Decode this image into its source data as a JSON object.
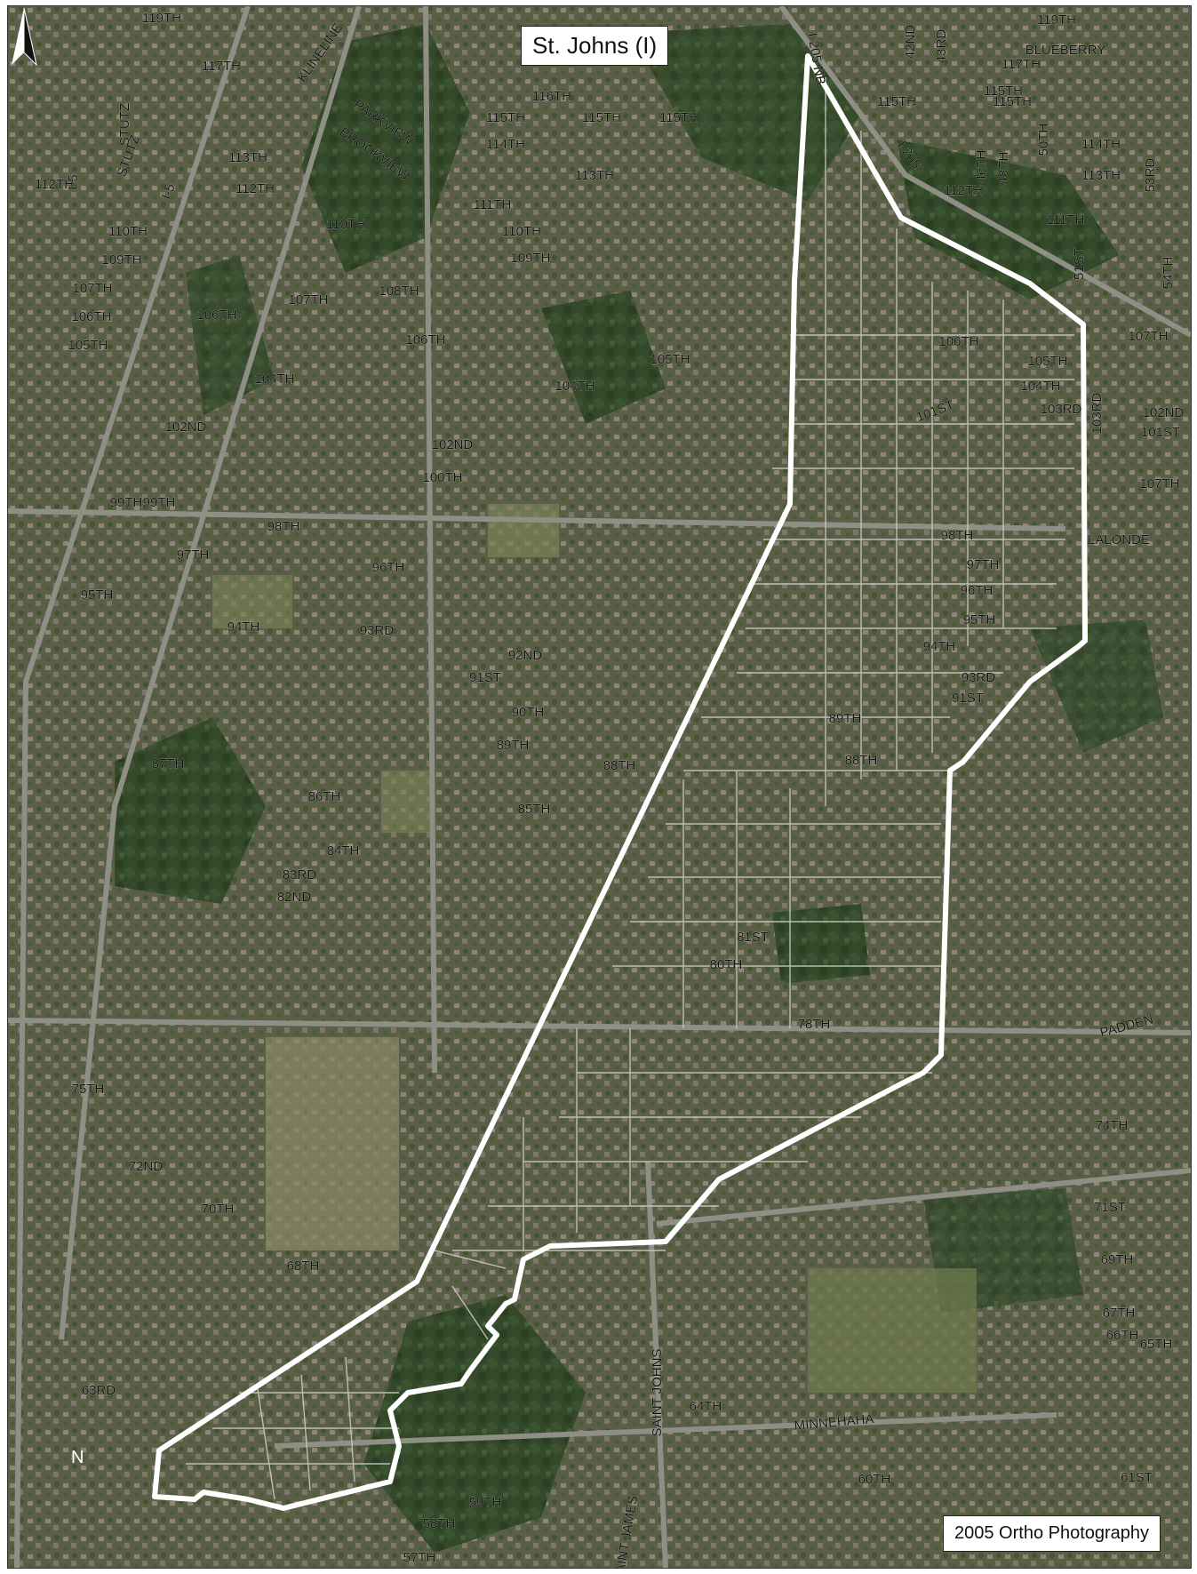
{
  "title": "St. Johns (I)",
  "credit": "2005 Ortho Photography",
  "north_label": "N",
  "icons": {
    "north_arrow": "north-arrow-icon"
  },
  "colors": {
    "boundary": "#ffffff",
    "roads": "#bdbdbd",
    "vegetation": "#2f4a24",
    "urban": "#6b6a58"
  },
  "streets": [
    "119TH",
    "BLUEBERRY",
    "117TH",
    "115TH",
    "I-205 NB",
    "I-205",
    "42ND",
    "43RD",
    "115TH",
    "115TH",
    "114TH",
    "113TH",
    "112TH",
    "48TH",
    "50TH",
    "46TH",
    "53RD",
    "111TH",
    "51ST",
    "54TH",
    "117TH",
    "KLINELINE",
    "119TH",
    "114TH",
    "115TH",
    "115TH",
    "116TH",
    "115TH",
    "113TH",
    "PARKVIEW",
    "BROOKVIEW",
    "113TH",
    "112TH",
    "110TH",
    "111TH",
    "110TH",
    "109TH",
    "108TH",
    "107TH",
    "106TH",
    "105TH",
    "104TH",
    "102ND",
    "99TH",
    "I-5",
    "STUTZ",
    "112TH",
    "110TH",
    "109TH",
    "107TH",
    "106TH",
    "105TH",
    "I-5",
    "STUTZ",
    "106TH",
    "104TH",
    "102ND",
    "100TH",
    "99TH",
    "98TH",
    "97TH",
    "96TH",
    "95TH",
    "94TH",
    "93RD",
    "92ND",
    "91ST",
    "90TH",
    "89TH",
    "88TH",
    "87TH",
    "86TH",
    "85TH",
    "84TH",
    "83RD",
    "82ND",
    "81ST",
    "80TH",
    "78TH",
    "75TH",
    "74TH",
    "72ND",
    "71ST",
    "70TH",
    "69TH",
    "68TH",
    "67TH",
    "66TH",
    "65TH",
    "64TH",
    "63RD",
    "61ST",
    "60TH",
    "59TH",
    "58TH",
    "57TH",
    "LALONDE",
    "PADDEN",
    "MINNEHAHA",
    "SAINT JOHNS",
    "SAINT JAMES",
    "107TH",
    "106TH",
    "105TH",
    "104TH",
    "103RD",
    "102ND",
    "101ST",
    "107TH",
    "103RD",
    "101ST",
    "98TH",
    "97TH",
    "96TH",
    "95TH",
    "94TH",
    "93RD",
    "91ST",
    "89TH",
    "88TH"
  ]
}
